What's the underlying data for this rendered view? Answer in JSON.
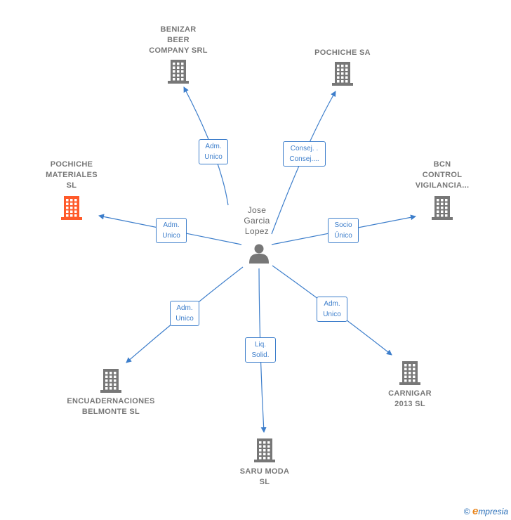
{
  "person": {
    "lines": [
      "Jose",
      "Garcia",
      "Lopez"
    ]
  },
  "companies": [
    {
      "id": "benizar",
      "lines": [
        "BENIZAR",
        "BEER",
        "COMPANY SRL"
      ],
      "color": "#777777"
    },
    {
      "id": "pochiche-sa",
      "lines": [
        "POCHICHE SA"
      ],
      "color": "#777777"
    },
    {
      "id": "pochiche-materiales",
      "lines": [
        "POCHICHE",
        "MATERIALES",
        "SL"
      ],
      "color": "#ff5a2a"
    },
    {
      "id": "bcn-control",
      "lines": [
        "BCN",
        "CONTROL",
        "VIGILANCIA..."
      ],
      "color": "#777777"
    },
    {
      "id": "encuadernaciones",
      "lines": [
        "ENCUADERNACIONES",
        "BELMONTE SL"
      ],
      "color": "#777777"
    },
    {
      "id": "saru-moda",
      "lines": [
        "SARU MODA",
        "SL"
      ],
      "color": "#777777"
    },
    {
      "id": "carnigar",
      "lines": [
        "CARNIGAR",
        "2013 SL"
      ],
      "color": "#777777"
    }
  ],
  "edges": [
    {
      "to": "benizar",
      "lines": [
        "Adm.",
        "Unico"
      ]
    },
    {
      "to": "pochiche-sa",
      "lines": [
        "Consej. .",
        "Consej...."
      ]
    },
    {
      "to": "pochiche-materiales",
      "lines": [
        "Adm.",
        "Unico"
      ]
    },
    {
      "to": "bcn-control",
      "lines": [
        "Socio",
        "Único"
      ]
    },
    {
      "to": "encuadernaciones",
      "lines": [
        "Adm.",
        "Unico"
      ]
    },
    {
      "to": "saru-moda",
      "lines": [
        "Liq.",
        "Solid."
      ]
    },
    {
      "to": "carnigar",
      "lines": [
        "Adm.",
        "Unico"
      ]
    }
  ],
  "colors": {
    "edge": "#3d7ecb",
    "building": "#777777",
    "highlight": "#ff5a2a",
    "person": "#777777"
  },
  "footer": {
    "copyright": "©",
    "brand_first": "e",
    "brand_rest": "mpresia"
  }
}
